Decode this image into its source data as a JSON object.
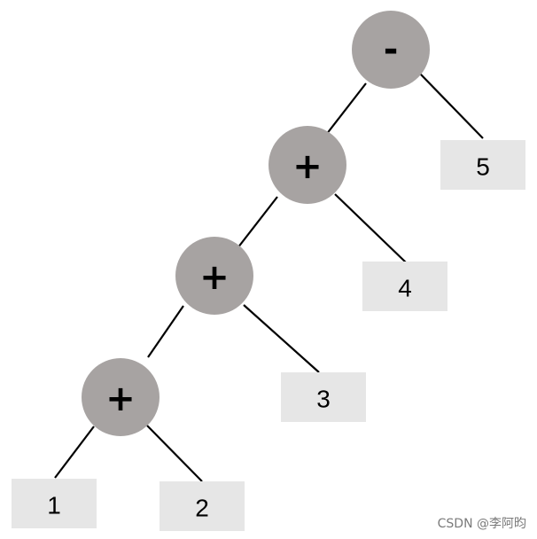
{
  "tree": {
    "operators": [
      {
        "id": "root",
        "symbol": "-"
      },
      {
        "id": "plus-1",
        "symbol": "+"
      },
      {
        "id": "plus-2",
        "symbol": "+"
      },
      {
        "id": "plus-3",
        "symbol": "+"
      }
    ],
    "leaves": [
      {
        "id": "leaf-5",
        "value": "5"
      },
      {
        "id": "leaf-4",
        "value": "4"
      },
      {
        "id": "leaf-3",
        "value": "3"
      },
      {
        "id": "leaf-1",
        "value": "1"
      },
      {
        "id": "leaf-2",
        "value": "2"
      }
    ],
    "colors": {
      "operator_fill": "#a7a3a2",
      "leaf_fill": "#e6e6e6",
      "edge": "#000000"
    }
  },
  "watermark": "CSDN @李阿昀"
}
